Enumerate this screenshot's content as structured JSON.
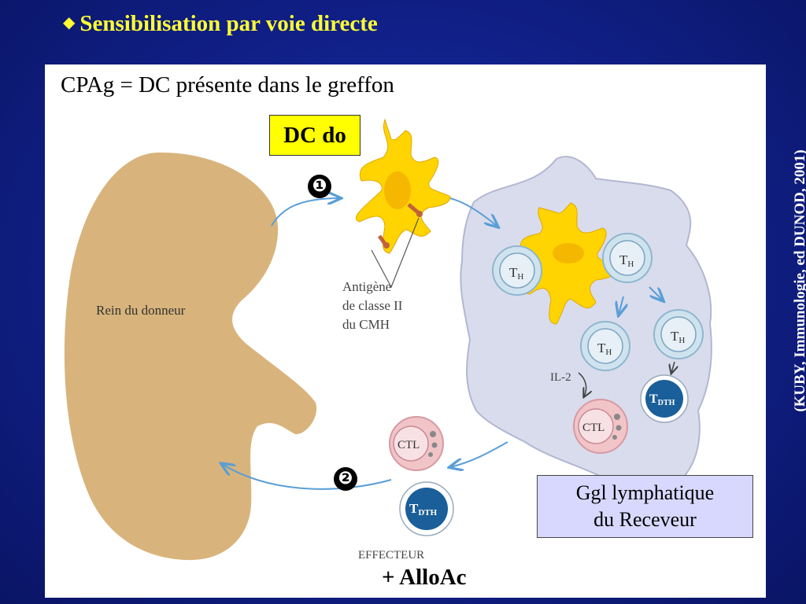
{
  "slide": {
    "title": "Sensibilisation par voie directe",
    "bullet": "◆",
    "citation": "(KUBY, Immunologie, ed DUNOD, 2001)"
  },
  "diagram": {
    "subtitle": "CPAg = DC présente dans le greffon",
    "dc_label": "DC do",
    "step_1": "❶",
    "step_2": "❷",
    "kidney_label": "Rein du donneur",
    "antigen_label": [
      "Antigène",
      "de classe II",
      "du CMH"
    ],
    "node_label": [
      "Ggl lymphatique",
      "du Receveur"
    ],
    "cells": {
      "th": "T",
      "th_sub": "H",
      "tdth": "T",
      "tdth_sub": "DTH",
      "ctl": "CTL",
      "il2": "IL-2"
    },
    "effector_label": "EFFECTEUR",
    "alloac": "+ AlloAc"
  },
  "colors": {
    "background": "#101f86",
    "title": "#ffff33",
    "kidney": "#d8b47c",
    "dc_cell": "#ffd400",
    "lymph_node": "#d9dcec",
    "th_cell": "#cfe3ef",
    "tdth_cell": "#1a5f99",
    "ctl_cell": "#f1c4c8",
    "arrow": "#5a9ed6",
    "dc_box": "#ffff00",
    "node_box": "#d8d8ff"
  }
}
